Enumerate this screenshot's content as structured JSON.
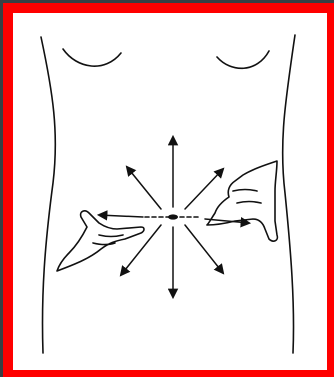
{
  "colors": {
    "background": "#3a3f44",
    "frame": "#ff0000",
    "ink": "#111111"
  },
  "illustration": {
    "subject": "abdomen-torso-outline",
    "hands": 2,
    "arrows": 8
  }
}
